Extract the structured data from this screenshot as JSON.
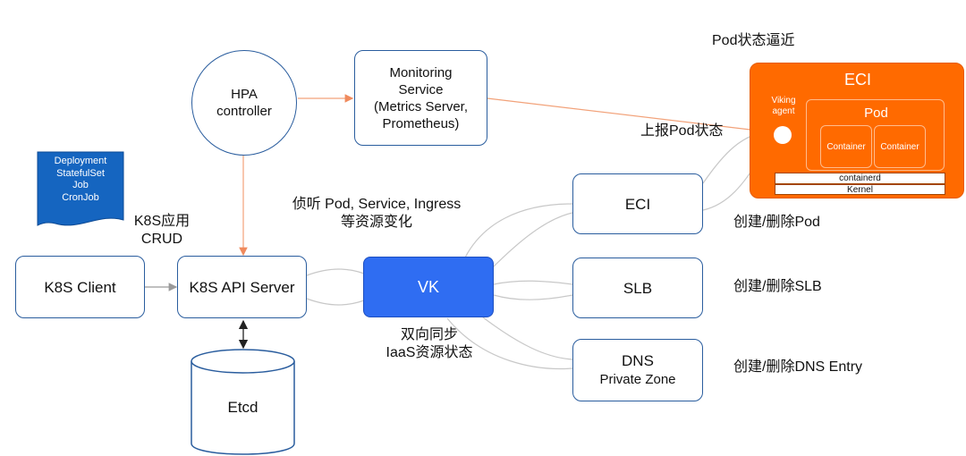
{
  "nodes": {
    "hpa": [
      "HPA",
      "controller"
    ],
    "monitoring": [
      "Monitoring",
      "Service",
      "(Metrics Server,",
      "Prometheus)"
    ],
    "k8s_client": "K8S Client",
    "k8s_api": "K8S API Server",
    "vk": "VK",
    "etcd": "Etcd",
    "eci": "ECI",
    "slb": "SLB",
    "dns": [
      "DNS",
      "Private Zone"
    ],
    "deployment_doc": [
      "Deployment",
      "StatefulSet",
      "Job",
      "CronJob"
    ]
  },
  "eci_panel": {
    "title": "ECI",
    "viking": [
      "Viking",
      "agent"
    ],
    "pod": "Pod",
    "containers": [
      "Container",
      "Container"
    ],
    "containerd": "containerd",
    "kernel": "Kernel"
  },
  "labels": {
    "pod_status_approach": "Pod状态逼近",
    "report_pod_status": "上报Pod状态",
    "listen": [
      "侦听 Pod, Service, Ingress",
      "等资源变化"
    ],
    "k8s_app_crud": [
      "K8S应用",
      "CRUD"
    ],
    "sync_iaas": [
      "双向同步",
      "IaaS资源状态"
    ],
    "create_delete_pod": "创建/删除Pod",
    "create_delete_slb": "创建/删除SLB",
    "create_delete_dns": "创建/删除DNS Entry"
  },
  "colors": {
    "node_border": "#2a5d9e",
    "vk_fill": "#2f6df2",
    "eci_panel_fill": "#ff6a00",
    "arrow_orange": "#f2a27a",
    "curve_gray": "#c8c8c8",
    "doc_fill": "#1565c0",
    "agent_arrow_green": "#3a7d1c"
  }
}
